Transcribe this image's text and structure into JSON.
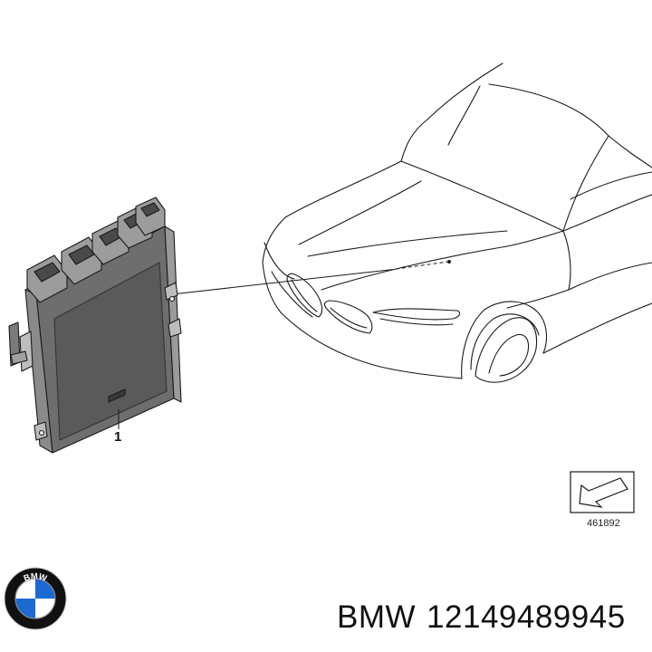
{
  "diagram": {
    "callout_number": "1",
    "diagram_number": "461892"
  },
  "caption": {
    "brand": "BMW",
    "part_number": "12149489945"
  },
  "logo": {
    "name": "bmw-roundel",
    "letters": "BMW",
    "colors": {
      "blue": "#1c69d4",
      "ring": "#111111",
      "white": "#ffffff"
    }
  },
  "icons": [
    "ecu-module-illustration",
    "car-front-outline",
    "arrow-box-icon"
  ]
}
